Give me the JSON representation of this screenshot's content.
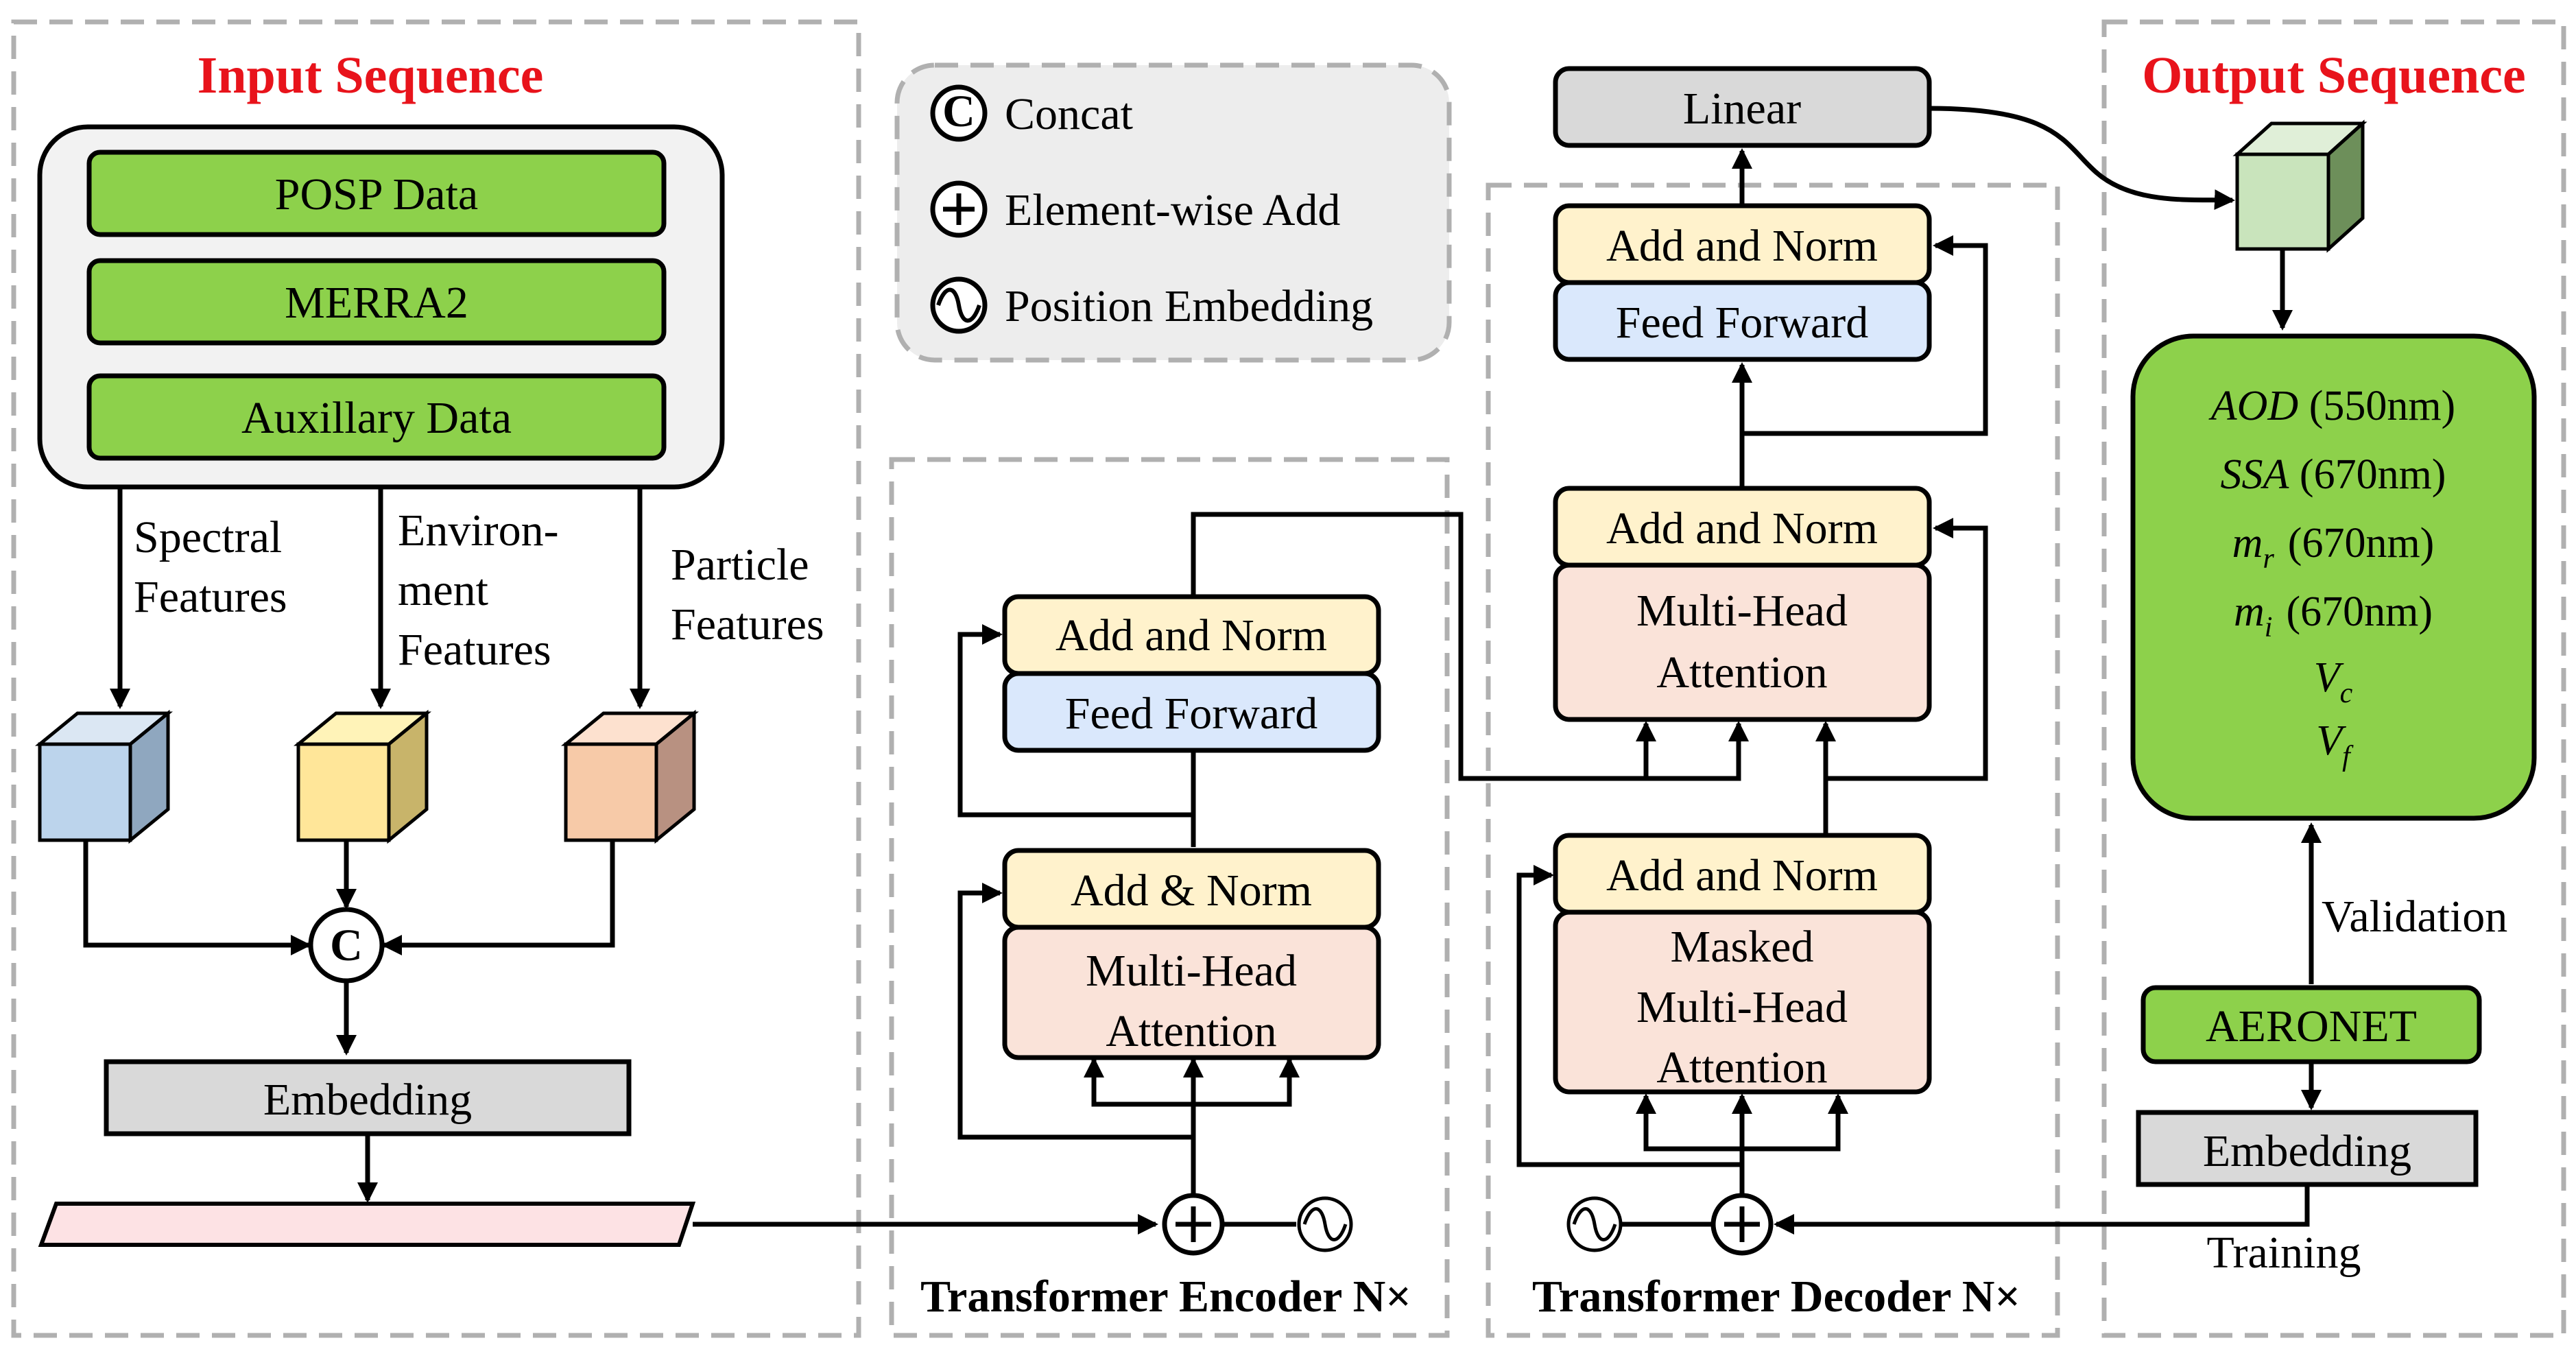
{
  "input_panel": {
    "title": "Input Sequence",
    "data_sources": [
      "POSP Data",
      "MERRA2",
      "Auxillary Data"
    ],
    "feature_labels": {
      "spectral": [
        "Spectral",
        "Features"
      ],
      "environment": [
        "Environ-",
        "ment",
        "Features"
      ],
      "particle": [
        "Particle",
        "Features"
      ]
    },
    "concat_symbol": "C",
    "embedding": "Embedding"
  },
  "legend": {
    "items": [
      {
        "symbol": "C",
        "label": "Concat"
      },
      {
        "symbol": "+",
        "label": "Element-wise Add"
      },
      {
        "symbol": "~",
        "label": "Position Embedding"
      }
    ]
  },
  "encoder": {
    "title": "Transformer Encoder N×",
    "add_norm_top": "Add and Norm",
    "feed_forward": "Feed Forward",
    "add_norm_bottom": "Add & Norm",
    "attention": [
      "Multi-Head",
      "Attention"
    ],
    "add_symbol": "+"
  },
  "decoder": {
    "title": "Transformer Decoder N×",
    "linear": "Linear",
    "add_norm_top": "Add and Norm",
    "feed_forward": "Feed Forward",
    "add_norm_mid": "Add and Norm",
    "cross_attention": [
      "Multi-Head",
      "Attention"
    ],
    "add_norm_bottom": "Add and Norm",
    "masked_attention": [
      "Masked",
      "Multi-Head",
      "Attention"
    ],
    "add_symbol": "+"
  },
  "output_panel": {
    "title": "Output Sequence",
    "outputs": [
      {
        "var": "AOD",
        "unit": "(550nm)"
      },
      {
        "var": "SSA",
        "unit": "(670nm)"
      },
      {
        "var": "m",
        "sub": "r",
        "unit": "(670nm)"
      },
      {
        "var": "m",
        "sub": "i",
        "unit": "(670nm)"
      },
      {
        "var": "V",
        "sub": "c",
        "unit": ""
      },
      {
        "var": "V",
        "sub": "f",
        "unit": ""
      }
    ],
    "validation": "Validation",
    "aeronet": "AERONET",
    "embedding": "Embedding",
    "training": "Training"
  },
  "colors": {
    "green": "#8dd14b",
    "gray_box": "#d9d9d9",
    "yellow": "#fff2cc",
    "blue": "#dae8fc",
    "peach": "#fae3d9",
    "pink": "#fce4ec",
    "title_red": "#e8131b"
  }
}
